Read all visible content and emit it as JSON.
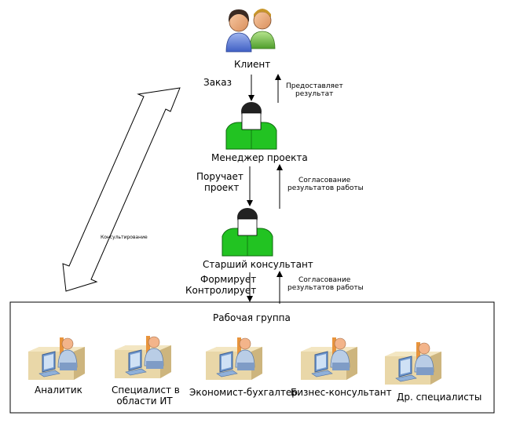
{
  "nodes": {
    "client": "Клиент",
    "manager": "Менеджер проекта",
    "senior": "Старший консультант"
  },
  "edges": {
    "order": "Заказ",
    "provides_result": [
      "Предоставляет",
      "результат"
    ],
    "assigns_project": [
      "Поручает",
      "проект"
    ],
    "approve_results_1": [
      "Согласование",
      "результатов работы"
    ],
    "forms_controls": [
      "Формирует",
      "Контролирует"
    ],
    "approve_results_2": [
      "Согласование",
      "результатов работы"
    ],
    "consulting": "Консультирование"
  },
  "workgroup": {
    "title": "Рабочая группа",
    "members": [
      "Аналитик",
      [
        "Специалист в",
        "области ИТ"
      ],
      "Экономист-бухгалтер",
      "Бизнес-консультант",
      "Др. специалисты"
    ]
  },
  "colors": {
    "person_green": "#22c322",
    "desk_tan": "#e9d7a8",
    "monitor_blue": "#6f97cc",
    "screen_light": "#cfe1f5",
    "worker_shirt": "#b9cde6",
    "skin": "#f3b48a",
    "client_blue": "#6a86d6",
    "client_green": "#7cc05a"
  }
}
